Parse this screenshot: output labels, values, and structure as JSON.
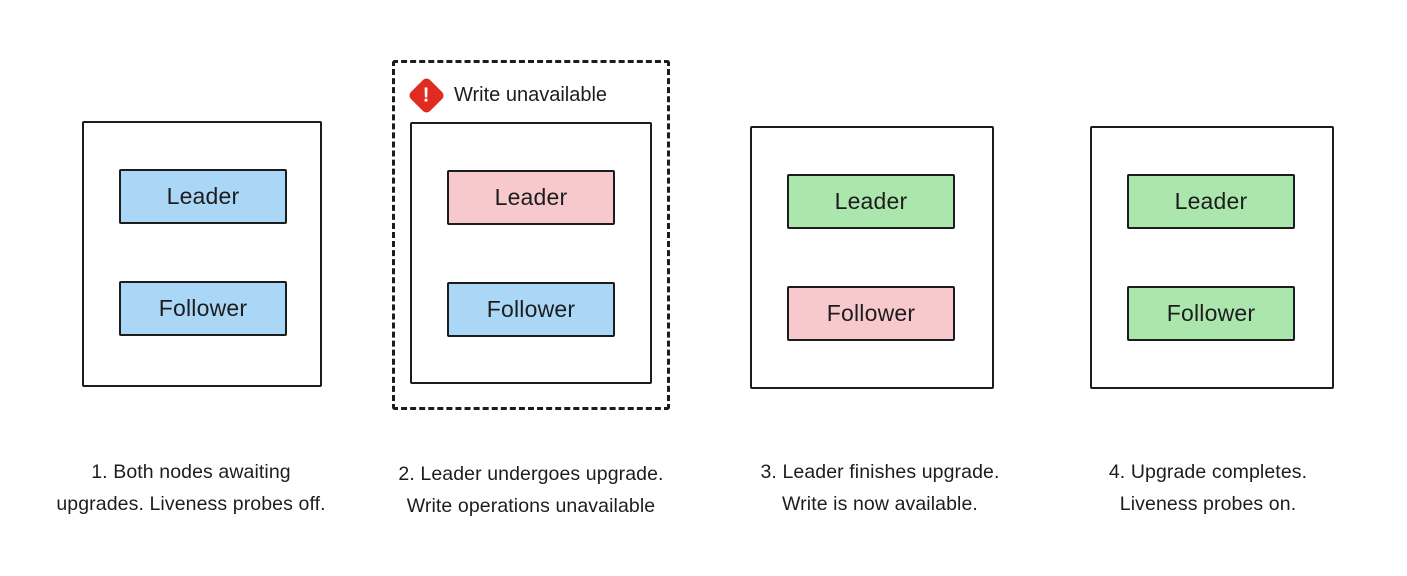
{
  "colors": {
    "waiting": "#a9d7f5",
    "upgrading": "#f8c9cc",
    "upgraded": "#abe7ad",
    "border": "#1c1c1e",
    "warning_red": "#e02b20"
  },
  "warning_icon_glyph": "!",
  "stages": [
    {
      "nodes": [
        {
          "label": "Leader",
          "state": "waiting"
        },
        {
          "label": "Follower",
          "state": "waiting"
        }
      ],
      "caption_line1": "1. Both nodes awaiting",
      "caption_line2": "upgrades. Liveness probes off."
    },
    {
      "warning_label": "Write unavailable",
      "nodes": [
        {
          "label": "Leader",
          "state": "upgrading"
        },
        {
          "label": "Follower",
          "state": "waiting"
        }
      ],
      "caption_line1": "2. Leader undergoes upgrade.",
      "caption_line2": "Write operations unavailable"
    },
    {
      "nodes": [
        {
          "label": "Leader",
          "state": "upgraded"
        },
        {
          "label": "Follower",
          "state": "upgrading"
        }
      ],
      "caption_line1": "3. Leader finishes upgrade.",
      "caption_line2": "Write is now available."
    },
    {
      "nodes": [
        {
          "label": "Leader",
          "state": "upgraded"
        },
        {
          "label": "Follower",
          "state": "upgraded"
        }
      ],
      "caption_line1": "4. Upgrade completes.",
      "caption_line2": "Liveness probes on."
    }
  ]
}
